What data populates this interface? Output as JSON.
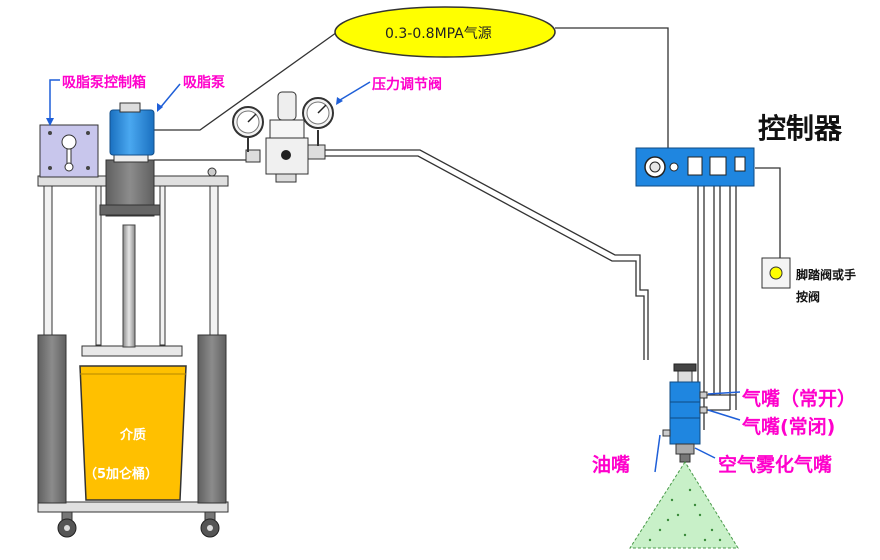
{
  "air_source": "0.3-0.8MPA气源",
  "labels": {
    "pump_control_box": "吸脂泵控制箱",
    "suction_pump": "吸脂泵",
    "pressure_valve": "压力调节阀",
    "controller": "控制器",
    "foot_valve_line1": "脚踏阀或手",
    "foot_valve_line2": "按阀",
    "air_nozzle_open": "气嘴（常开）",
    "air_nozzle_closed": "气嘴(常闭)",
    "oil_nozzle": "油嘴",
    "atomizing_nozzle": "空气雾化气嘴",
    "medium": "介质",
    "bucket": "（5加仑桶）"
  },
  "colors": {
    "label_magenta": "#ff00cc",
    "air_source_fill": "#ffff00",
    "pump_blue": "#2a95e8",
    "controller_blue": "#1f86e0",
    "bucket_yellow": "#ffc000",
    "control_box_lilac": "#c8c6ec",
    "spray_green": "#c8f0c8"
  },
  "icons": [
    "pressure-gauge-icon",
    "caster-wheel-icon",
    "indicator-lamp-icon",
    "spray-cone-icon"
  ]
}
